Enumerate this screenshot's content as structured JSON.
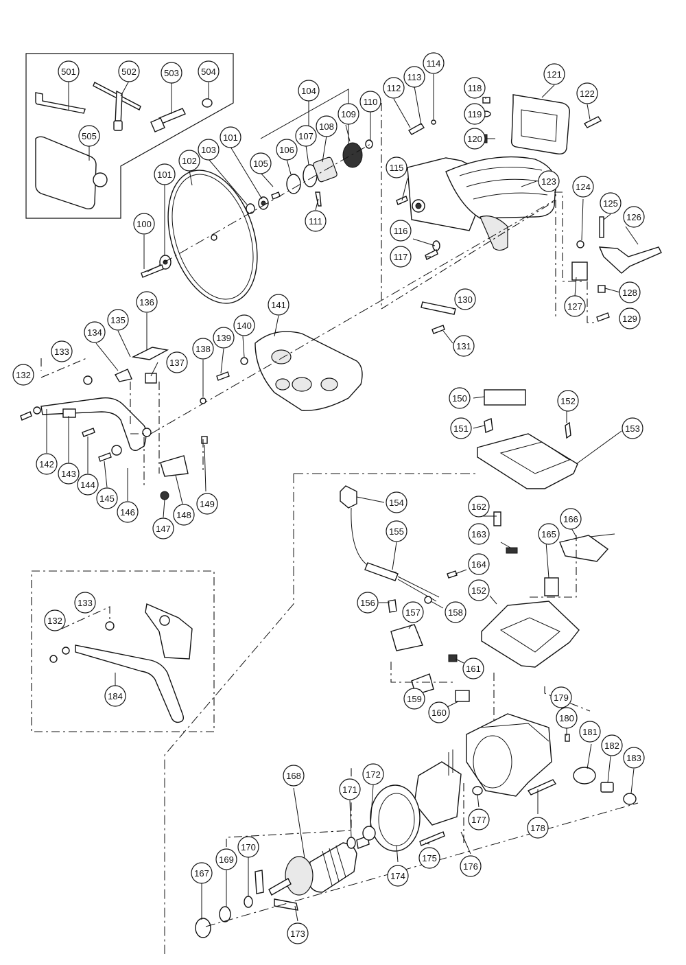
{
  "diagram": {
    "part_labels": [
      "501",
      "502",
      "503",
      "504",
      "505",
      "104",
      "110",
      "109",
      "108",
      "107",
      "106",
      "105",
      "103",
      "101",
      "102",
      "101",
      "100",
      "111",
      "112",
      "113",
      "114",
      "118",
      "119",
      "120",
      "121",
      "122",
      "115",
      "123",
      "116",
      "117",
      "124",
      "125",
      "126",
      "127",
      "128",
      "129",
      "130",
      "131",
      "141",
      "136",
      "135",
      "134",
      "133",
      "132",
      "137",
      "138",
      "139",
      "140",
      "142",
      "143",
      "144",
      "145",
      "146",
      "147",
      "148",
      "149",
      "150",
      "151",
      "152",
      "153",
      "154",
      "155",
      "162",
      "163",
      "165",
      "166",
      "164",
      "152",
      "156",
      "157",
      "158",
      "161",
      "159",
      "160",
      "133",
      "132",
      "184",
      "179",
      "180",
      "181",
      "182",
      "183",
      "168",
      "172",
      "171",
      "174",
      "177",
      "175",
      "176",
      "178",
      "167",
      "169",
      "170",
      "173"
    ]
  }
}
